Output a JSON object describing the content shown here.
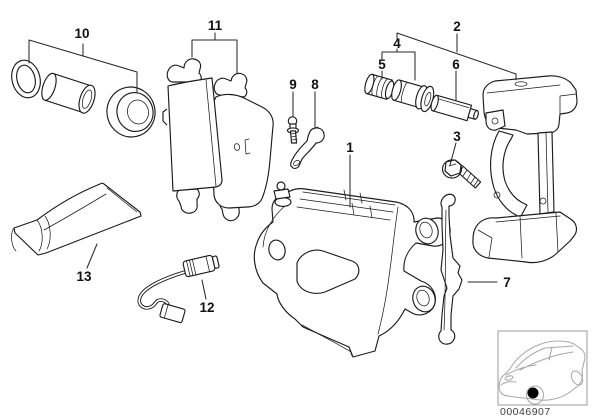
{
  "diagram": {
    "callouts": {
      "c1": "1",
      "c2": "2",
      "c3": "3",
      "c4": "4",
      "c5": "5",
      "c6": "6",
      "c7": "7",
      "c8": "8",
      "c9": "9",
      "c10": "10",
      "c11": "11",
      "c12": "12",
      "c13": "13"
    },
    "inset": {
      "image_number": "00046907"
    },
    "colors": {
      "line": "#1c1c1c",
      "leader": "#2a2a2a",
      "inset_line": "#a8a8a8",
      "inset_marker": "#000000",
      "background": "#ffffff"
    }
  }
}
